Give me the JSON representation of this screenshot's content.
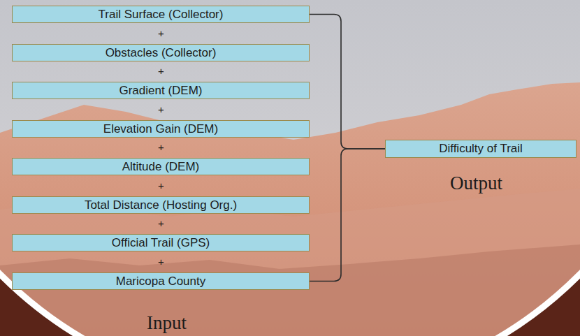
{
  "diagram": {
    "nodes": [
      {
        "text": [
          "Trail Surface (Collector)"
        ]
      },
      {
        "text": [
          "Obstacles (Collector)"
        ]
      },
      {
        "text": [
          "Gradient (DEM)"
        ]
      },
      {
        "text": [
          "Elevation Gain (DEM)"
        ]
      },
      {
        "text": [
          "Altitude (DEM)"
        ]
      },
      {
        "text": [
          "Total Distance (Hosting Org.)"
        ]
      },
      {
        "text": [
          "Official Trail (GPS)"
        ]
      },
      {
        "text": [
          "Maricopa County"
        ]
      },
      {
        "text": [
          "Difficulty of Trail"
        ]
      }
    ],
    "edges": [
      {
        "from": 0,
        "to": 8,
        "arrow": "none"
      },
      {
        "from": 7,
        "to": 8,
        "arrow": "none"
      }
    ],
    "labels": [
      "+",
      "+",
      "+",
      "+",
      "+",
      "+",
      "+",
      "Input",
      "Output"
    ]
  }
}
